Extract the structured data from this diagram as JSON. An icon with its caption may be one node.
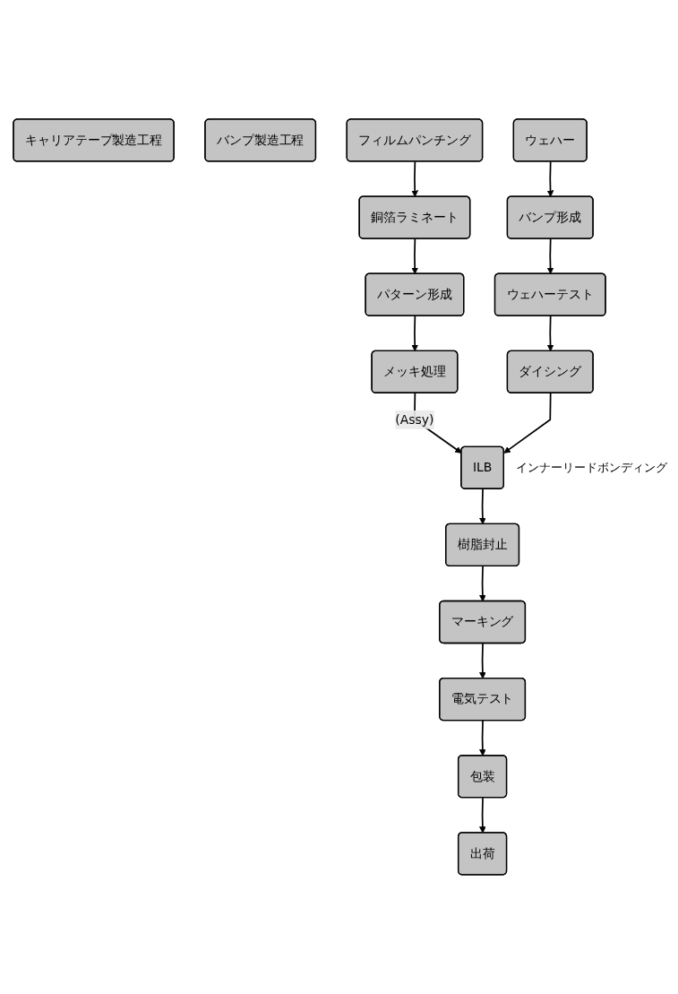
{
  "diagram": {
    "nodes": [
      {
        "text": [
          "キャリアテープ製造工程"
        ]
      },
      {
        "text": [
          "バンプ製造工程"
        ]
      },
      {
        "text": [
          "フィルムパンチング"
        ]
      },
      {
        "text": [
          "ウェハー"
        ]
      },
      {
        "text": [
          "銅箔ラミネート"
        ]
      },
      {
        "text": [
          "バンプ形成"
        ]
      },
      {
        "text": [
          "パターン形成"
        ]
      },
      {
        "text": [
          "ウェハーテスト"
        ]
      },
      {
        "text": [
          "メッキ処理"
        ]
      },
      {
        "text": [
          "ダイシング"
        ]
      },
      {
        "text": [
          "ILB"
        ],
        "beside": [
          "インナーリードボンディング"
        ]
      },
      {
        "text": [
          "樹脂封止"
        ]
      },
      {
        "text": [
          "マーキング"
        ]
      },
      {
        "text": [
          "電気テスト"
        ]
      },
      {
        "text": [
          "包装"
        ]
      },
      {
        "text": [
          "出荷"
        ]
      }
    ],
    "edges": [
      {
        "from": 2,
        "to": 4,
        "arrow": "to"
      },
      {
        "from": 4,
        "to": 6,
        "arrow": "to"
      },
      {
        "from": 6,
        "to": 8,
        "arrow": "to"
      },
      {
        "from": 3,
        "to": 5,
        "arrow": "to"
      },
      {
        "from": 5,
        "to": 7,
        "arrow": "to"
      },
      {
        "from": 7,
        "to": 9,
        "arrow": "to"
      },
      {
        "from": 8,
        "to": 10,
        "arrow": "to",
        "label": "(Assy)"
      },
      {
        "from": 9,
        "to": 10,
        "arrow": "to"
      },
      {
        "from": 10,
        "to": 11,
        "arrow": "to"
      },
      {
        "from": 11,
        "to": 12,
        "arrow": "to"
      },
      {
        "from": 12,
        "to": 13,
        "arrow": "to"
      },
      {
        "from": 13,
        "to": 14,
        "arrow": "to"
      },
      {
        "from": 14,
        "to": 15,
        "arrow": "to"
      }
    ]
  }
}
